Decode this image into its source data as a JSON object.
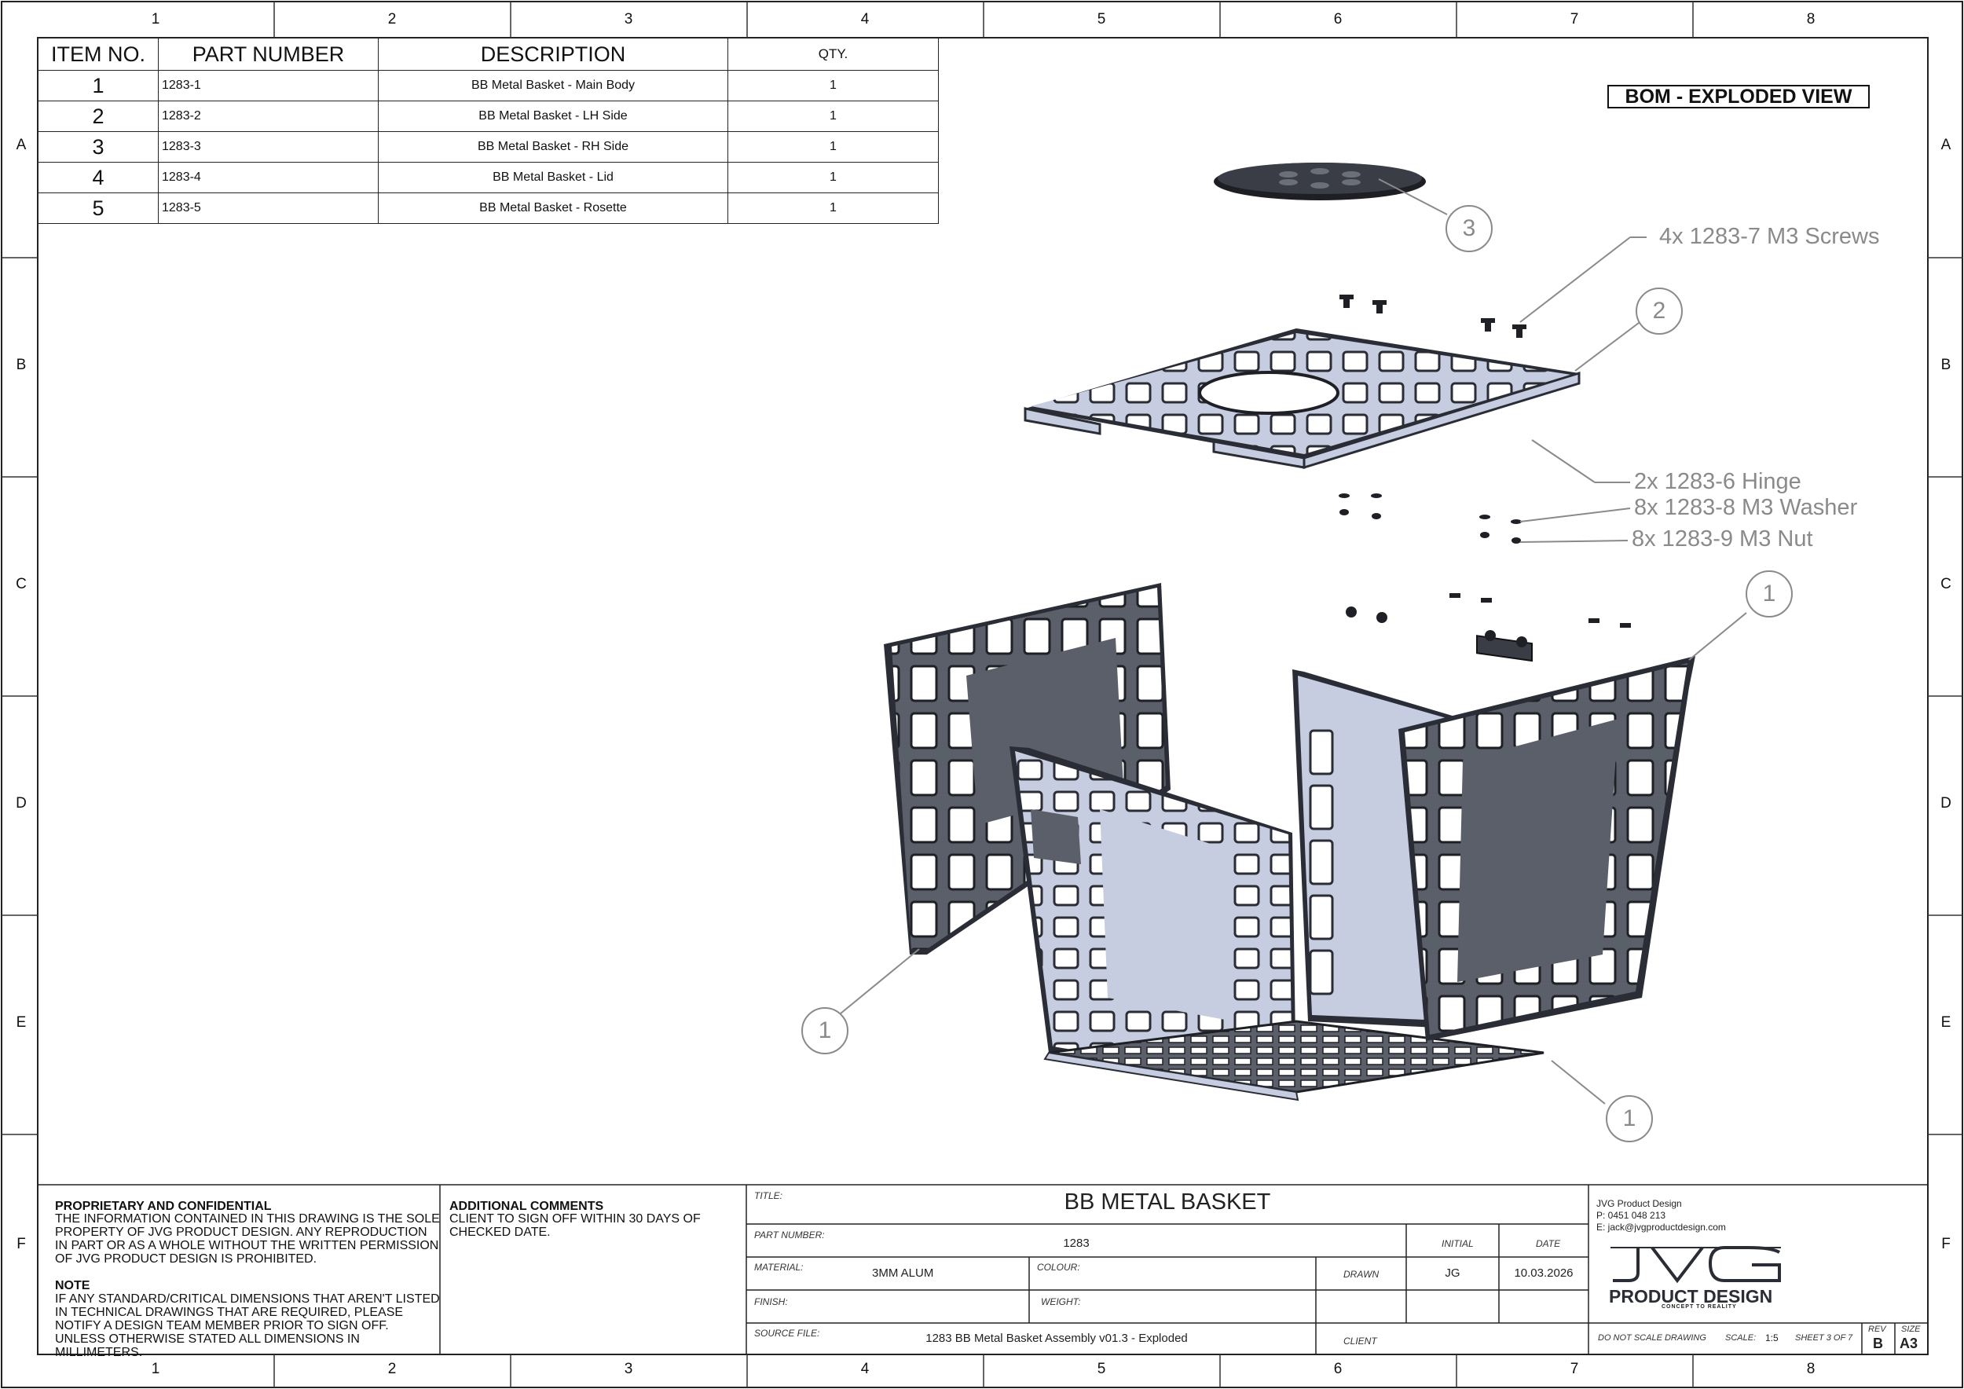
{
  "zones": {
    "numbers": [
      "1",
      "2",
      "3",
      "4",
      "5",
      "6",
      "7",
      "8"
    ],
    "letters": [
      "A",
      "B",
      "C",
      "D",
      "E",
      "F"
    ]
  },
  "bom": {
    "headers": [
      "ITEM NO.",
      "PART NUMBER",
      "DESCRIPTION",
      "QTY."
    ],
    "rows": [
      {
        "item": "1",
        "part": "1283-1",
        "desc": "BB Metal Basket - Main Body",
        "qty": "1"
      },
      {
        "item": "2",
        "part": "1283-2",
        "desc": "BB Metal Basket - LH Side",
        "qty": "1"
      },
      {
        "item": "3",
        "part": "1283-3",
        "desc": "BB Metal Basket - RH Side",
        "qty": "1"
      },
      {
        "item": "4",
        "part": "1283-4",
        "desc": "BB Metal Basket - Lid",
        "qty": "1"
      },
      {
        "item": "5",
        "part": "1283-5",
        "desc": "BB Metal Basket - Rosette",
        "qty": "1"
      }
    ]
  },
  "view_title": "BOM - EXPLODED VIEW",
  "callouts": {
    "screws": "4x 1283-7 M3 Screws",
    "hinge": "2x 1283-6 Hinge",
    "washer": "8x 1283-8 M3 Washer",
    "nut": "8x 1283-9 M3 Nut"
  },
  "balloons": {
    "rosette": "3",
    "lid": "2",
    "rh_side": "1",
    "lh_side": "1",
    "main_body": "1"
  },
  "colors": {
    "sheet_metal_light": "#c7cde0",
    "sheet_metal_dark": "#5b5f6a",
    "leader_grey": "#8a8a8a"
  },
  "titleblock": {
    "proprietary_heading": "PROPRIETARY AND CONFIDENTIAL",
    "proprietary_body": "THE INFORMATION CONTAINED IN THIS DRAWING IS THE SOLE PROPERTY OF JVG PRODUCT DESIGN. ANY REPRODUCTION IN PART OR AS A WHOLE WITHOUT THE WRITTEN PERMISSION OF JVG PRODUCT DESIGN IS PROHIBITED.",
    "note_heading": "NOTE",
    "note_body": "IF ANY STANDARD/CRITICAL DIMENSIONS THAT AREN'T LISTED IN TECHNICAL DRAWINGS THAT ARE REQUIRED, PLEASE NOTIFY A DESIGN TEAM MEMBER PRIOR TO SIGN OFF. UNLESS OTHERWISE STATED ALL DIMENSIONS IN MILLIMETERS.",
    "comments_heading": "ADDITIONAL COMMENTS",
    "comments_body": "CLIENT TO SIGN OFF WITHIN 30 DAYS OF CHECKED DATE.",
    "labels": {
      "title": "TITLE:",
      "part_number": "PART NUMBER:",
      "material": "MATERIAL:",
      "colour": "COLOUR:",
      "finish": "FINISH:",
      "weight": "WEIGHT:",
      "source_file": "SOURCE FILE:",
      "initial": "INITIAL",
      "date": "DATE",
      "drawn": "DRAWN",
      "client": "CLIENT",
      "do_not_scale": "DO NOT SCALE DRAWING",
      "scale": "SCALE:",
      "rev": "REV",
      "size": "SIZE"
    },
    "values": {
      "title": "BB METAL BASKET",
      "part_number": "1283",
      "material": "3MM ALUM",
      "drawn_initial": "JG",
      "drawn_date": "10.03.2026",
      "source_file": "1283 BB Metal Basket Assembly v01.3 - Exploded",
      "scale": "1:5",
      "sheet": "SHEET 3 OF 7",
      "rev": "B",
      "size": "A3"
    },
    "company": {
      "name": "JVG Product Design",
      "phone": "P: 0451 048 213",
      "email": "E: jack@jvgproductdesign.com",
      "logo_text": "PRODUCT DESIGN",
      "tagline": "CONCEPT TO REALITY"
    }
  }
}
